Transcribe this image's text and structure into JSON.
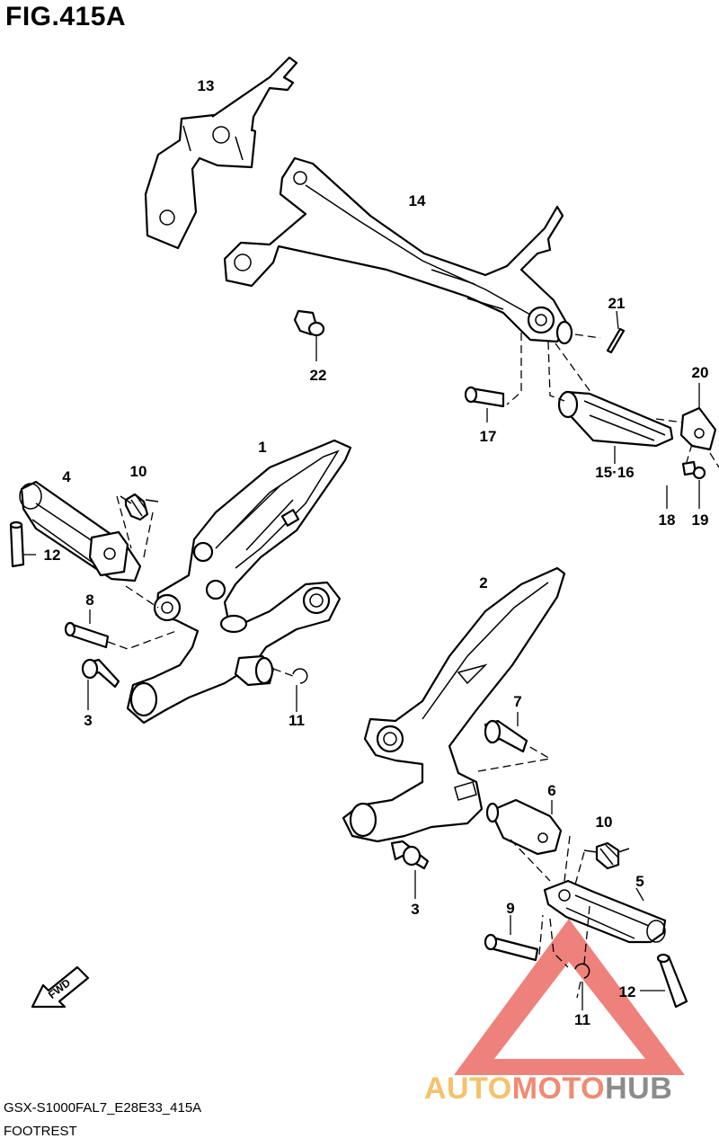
{
  "figure": {
    "title": "FIG.415A"
  },
  "footer": {
    "model_code": "GSX-S1000FAL7_E28E33_415A",
    "group_name": "FOOTREST"
  },
  "watermark": {
    "part1": "AUTO",
    "part2": "MOTO",
    "part3": "HUB",
    "colors": {
      "auto": "#f5c26b",
      "moto": "#f08a72",
      "hub": "#8c8c8c",
      "triangle": "#e8574f"
    }
  },
  "fwd_badge": {
    "text": "FWD"
  },
  "callouts": {
    "c1": "1",
    "c2": "2",
    "c3a": "3",
    "c3b": "3",
    "c4": "4",
    "c5": "5",
    "c6": "6",
    "c7": "7",
    "c8": "8",
    "c9": "9",
    "c10a": "10",
    "c10b": "10",
    "c11a": "11",
    "c11b": "11",
    "c12a": "12",
    "c12b": "12",
    "c13": "13",
    "c14": "14",
    "c15": "15·16",
    "c17": "17",
    "c18": "18",
    "c19": "19",
    "c20": "20",
    "c21": "21",
    "c22": "22"
  }
}
